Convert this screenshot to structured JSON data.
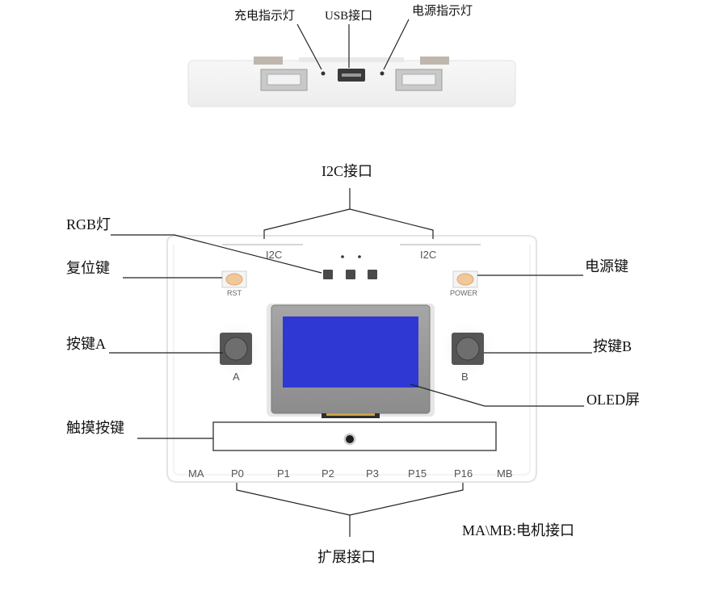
{
  "top_view": {
    "charge_indicator_label": "充电指示灯",
    "usb_port_label": "USB接口",
    "power_indicator_label": "电源指示灯"
  },
  "front_view": {
    "i2c_port_label": "I2C接口",
    "rgb_light_label": "RGB灯",
    "reset_key_label": "复位键",
    "power_key_label": "电源键",
    "key_a_label": "按键A",
    "key_b_label": "按键B",
    "oled_label": "OLED屏",
    "touch_key_label": "触摸按键",
    "expansion_port_label": "扩展接口",
    "motor_note": "MA\\MB:电机接口"
  },
  "board_silkscreen": {
    "i2c_left": "I2C",
    "i2c_right": "I2C",
    "rst": "RST",
    "power": "POWER",
    "a": "A",
    "b": "B",
    "pins": [
      "MA",
      "P0",
      "P1",
      "P2",
      "P3",
      "P15",
      "P16",
      "MB"
    ]
  },
  "colors": {
    "oled_screen": "#2f38d2",
    "button_cap": "#6e6e6e",
    "led_warm": "#f1c89a"
  }
}
